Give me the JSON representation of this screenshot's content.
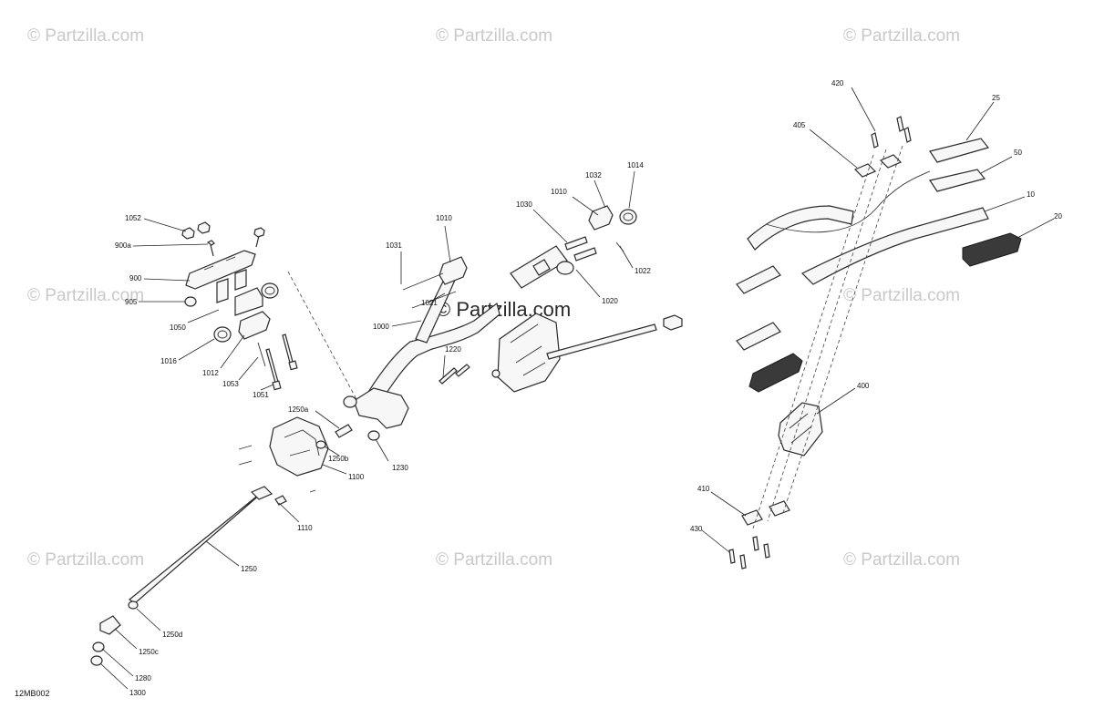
{
  "figure_code": "12MB002",
  "watermark": {
    "text": "© Partzilla.com",
    "center_text": "© Partzilla.com"
  },
  "callouts": {
    "c1052": "1052",
    "c900a": "900a",
    "c900": "900",
    "c905": "905",
    "c1050": "1050",
    "c1016": "1016",
    "c1012": "1012",
    "c1053": "1053",
    "c1051": "1051",
    "c1031": "1031",
    "c1010a": "1010",
    "c1021": "1021",
    "c1000": "1000",
    "c1030": "1030",
    "c1010b": "1010",
    "c1032": "1032",
    "c1014": "1014",
    "c1022": "1022",
    "c1020": "1020",
    "c1220": "1220",
    "c1250a": "1250a",
    "c1250b": "1250b",
    "c1230": "1230",
    "c1100": "1100",
    "c1110": "1110",
    "c1250": "1250",
    "c1250d": "1250d",
    "c1250c": "1250c",
    "c1280": "1280",
    "c1300": "1300",
    "c420": "420",
    "c405": "405",
    "c25": "25",
    "c50": "50",
    "c10": "10",
    "c20": "20",
    "c400": "400",
    "c410": "410",
    "c430": "430"
  }
}
